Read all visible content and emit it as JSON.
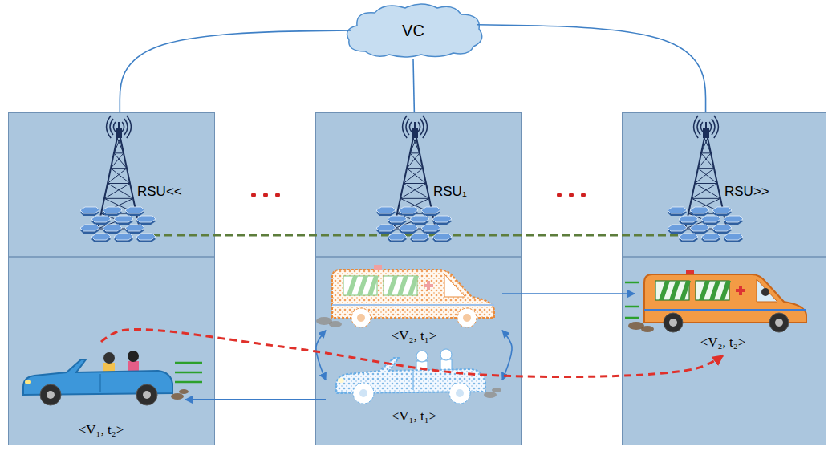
{
  "diagram": {
    "nodes": [
      {
        "text": [
          "VC"
        ]
      },
      {
        "text": [
          "RSU<<"
        ]
      },
      {
        "text": [
          "RSU₁"
        ]
      },
      {
        "text": [
          "RSU>>"
        ]
      },
      {
        "text": [
          "<V₂, t₁>"
        ],
        "in": 2
      },
      {
        "text": [
          "<V₂, t₂>"
        ],
        "in": 3
      },
      {
        "text": [
          "<V₁, t₂>"
        ],
        "in": 1
      },
      {
        "text": [
          "<V₁, t₁>"
        ],
        "in": 2
      }
    ],
    "edges": [
      {
        "from": 0,
        "to": 1,
        "arrow": "none"
      },
      {
        "from": 0,
        "to": 2,
        "arrow": "none"
      },
      {
        "from": 0,
        "to": 3,
        "arrow": "none"
      },
      {
        "from": 4,
        "to": 5,
        "arrow": "to"
      },
      {
        "from": 7,
        "to": 6,
        "arrow": "to"
      },
      {
        "from": 4,
        "to": 7,
        "arrow": "both"
      },
      {
        "from": 4,
        "to": 7,
        "arrow": "both"
      },
      {
        "from": 6,
        "to": 5,
        "arrow": "to"
      }
    ]
  }
}
